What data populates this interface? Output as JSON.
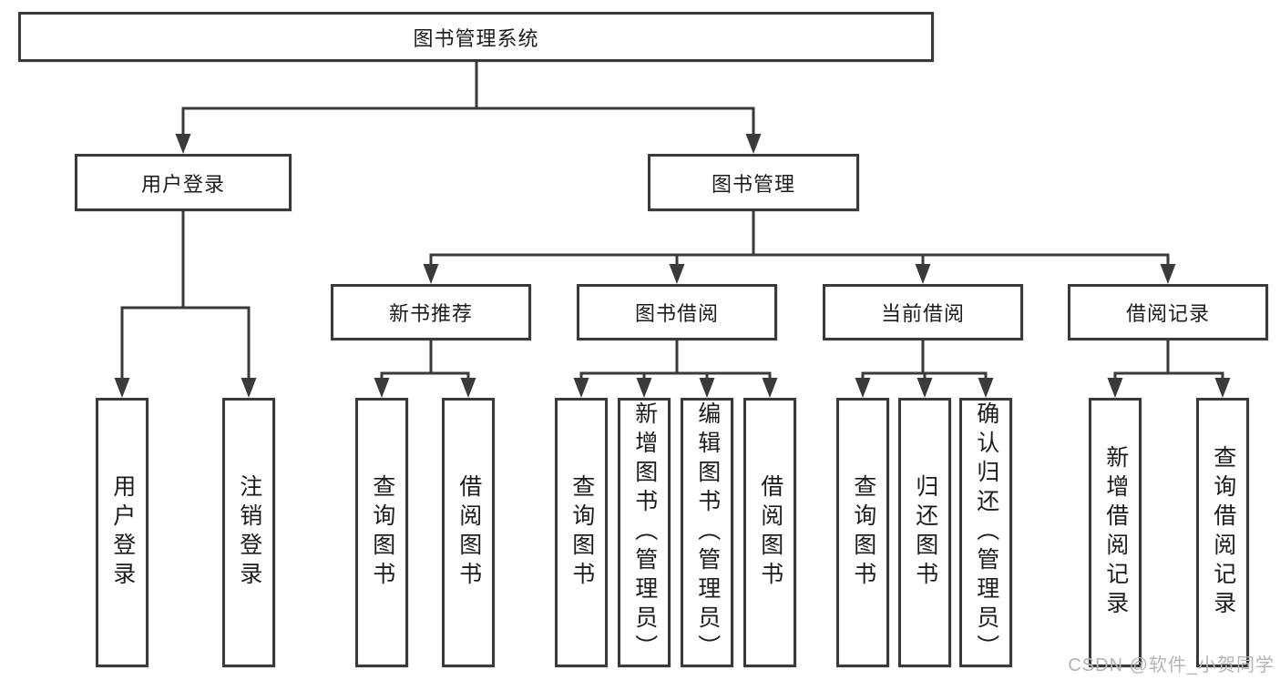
{
  "diagram": {
    "title": "图书管理系统",
    "root": {
      "label": "图书管理系统"
    },
    "level2": [
      {
        "key": "user-login",
        "label": "用户登录"
      },
      {
        "key": "book-management",
        "label": "图书管理"
      }
    ],
    "level3": [
      {
        "key": "new-book-recommend",
        "label": "新书推荐"
      },
      {
        "key": "book-borrow",
        "label": "图书借阅"
      },
      {
        "key": "current-borrow",
        "label": "当前借阅"
      },
      {
        "key": "borrow-records",
        "label": "借阅记录"
      }
    ],
    "leaves": {
      "user_login": [
        "用户登录",
        "注销登录"
      ],
      "new_book_recommend": [
        "查询图书",
        "借阅图书"
      ],
      "book_borrow": [
        "查询图书",
        "新增图书（管理员）",
        "编辑图书（管理员）",
        "借阅图书"
      ],
      "current_borrow": [
        "查询图书",
        "归还图书",
        "确认归还（管理员）"
      ],
      "borrow_records": [
        "新增借阅记录",
        "查询借阅记录"
      ]
    }
  },
  "watermark": {
    "text": "CSDN @软件_小贺同学"
  },
  "colors": {
    "line": "#3a3a3a",
    "text": "#1c1c1c",
    "watermark": "#b4b4b4",
    "background": "#ffffff"
  }
}
